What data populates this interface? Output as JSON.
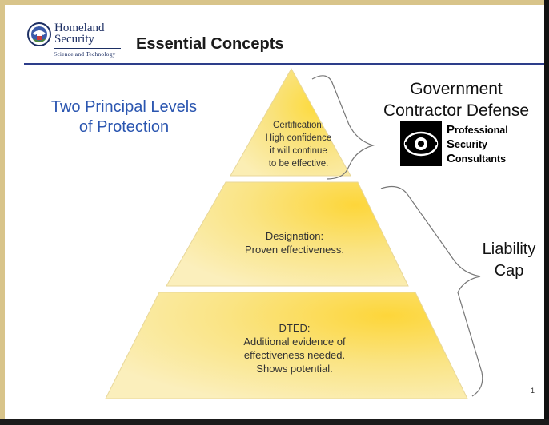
{
  "logo": {
    "line1": "Homeland",
    "line2": "Security",
    "subtitle": "Science and Technology",
    "icon": "dhs-seal-icon"
  },
  "header": {
    "title": "Essential Concepts"
  },
  "caption": {
    "line1": "Two Principal Levels",
    "line2": "of Protection"
  },
  "pyramid": {
    "tiers": [
      {
        "lines": [
          "Certification:",
          "High confidence",
          "it will continue",
          "to be effective."
        ]
      },
      {
        "lines": [
          "Designation:",
          "Proven effectiveness."
        ]
      },
      {
        "lines": [
          "DTED:",
          "Additional evidence of",
          "effectiveness needed.",
          "Shows potential."
        ]
      }
    ]
  },
  "right": {
    "gcd_line1": "Government",
    "gcd_line2": "Contractor Defense",
    "psc": {
      "icon": "psc-logo-icon",
      "l1_cap": "P",
      "l1_rest": "rofessional",
      "l2_cap": "S",
      "l2_rest": "ecurity",
      "l3_cap": "C",
      "l3_rest": "onsultants"
    },
    "liability_line1": "Liability",
    "liability_line2": "Cap"
  },
  "footer": {
    "page_number": "1"
  },
  "colors": {
    "title_blue": "#2b56b0",
    "pyramid_yellow": "#f7d23e",
    "rule_blue": "#2d3d8a"
  }
}
